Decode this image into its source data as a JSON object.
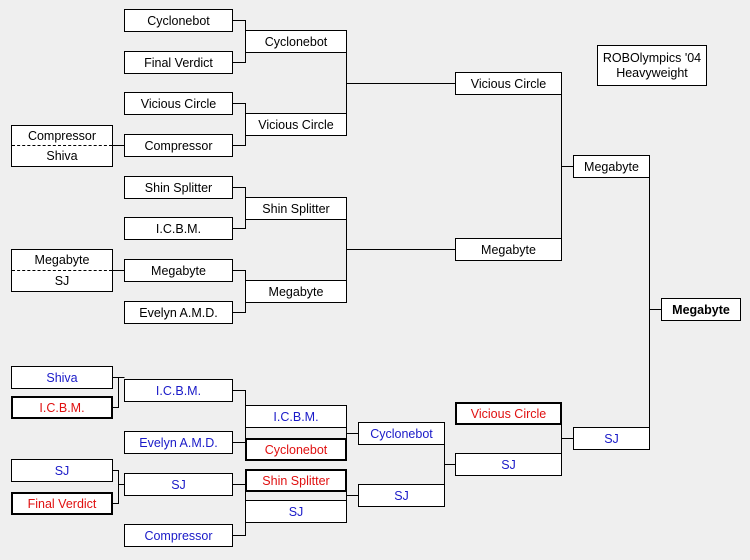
{
  "title": {
    "line1": "ROBOlympics '04",
    "line2": "Heavyweight"
  },
  "bracket": {
    "round1": {
      "cyclonebot": "Cyclonebot",
      "final_verdict": "Final Verdict",
      "vicious_circle": "Vicious Circle",
      "compressor": "Compressor",
      "shin_splitter": "Shin Splitter",
      "icbm": "I.C.B.M.",
      "megabyte": "Megabyte",
      "evelyn": "Evelyn A.M.D."
    },
    "play_in": [
      {
        "top": "Compressor",
        "bottom": "Shiva"
      },
      {
        "top": "Megabyte",
        "bottom": "SJ"
      }
    ],
    "round2": [
      "Cyclonebot",
      "Vicious Circle",
      "Shin Splitter",
      "Megabyte"
    ],
    "round3": [
      "Vicious Circle",
      "Megabyte"
    ],
    "winners_final": "Megabyte",
    "champion": "Megabyte"
  },
  "losers": {
    "entries": [
      "Shiva",
      "I.C.B.M.",
      "SJ",
      "Final Verdict"
    ],
    "round_a": [
      "I.C.B.M.",
      "Evelyn A.M.D.",
      "SJ",
      "Compressor"
    ],
    "round_b": [
      "I.C.B.M.",
      "Cyclonebot",
      "Shin Splitter",
      "SJ"
    ],
    "round_c": [
      "Cyclonebot",
      "SJ"
    ],
    "round_d": [
      "Vicious Circle",
      "SJ"
    ],
    "final": "SJ"
  }
}
